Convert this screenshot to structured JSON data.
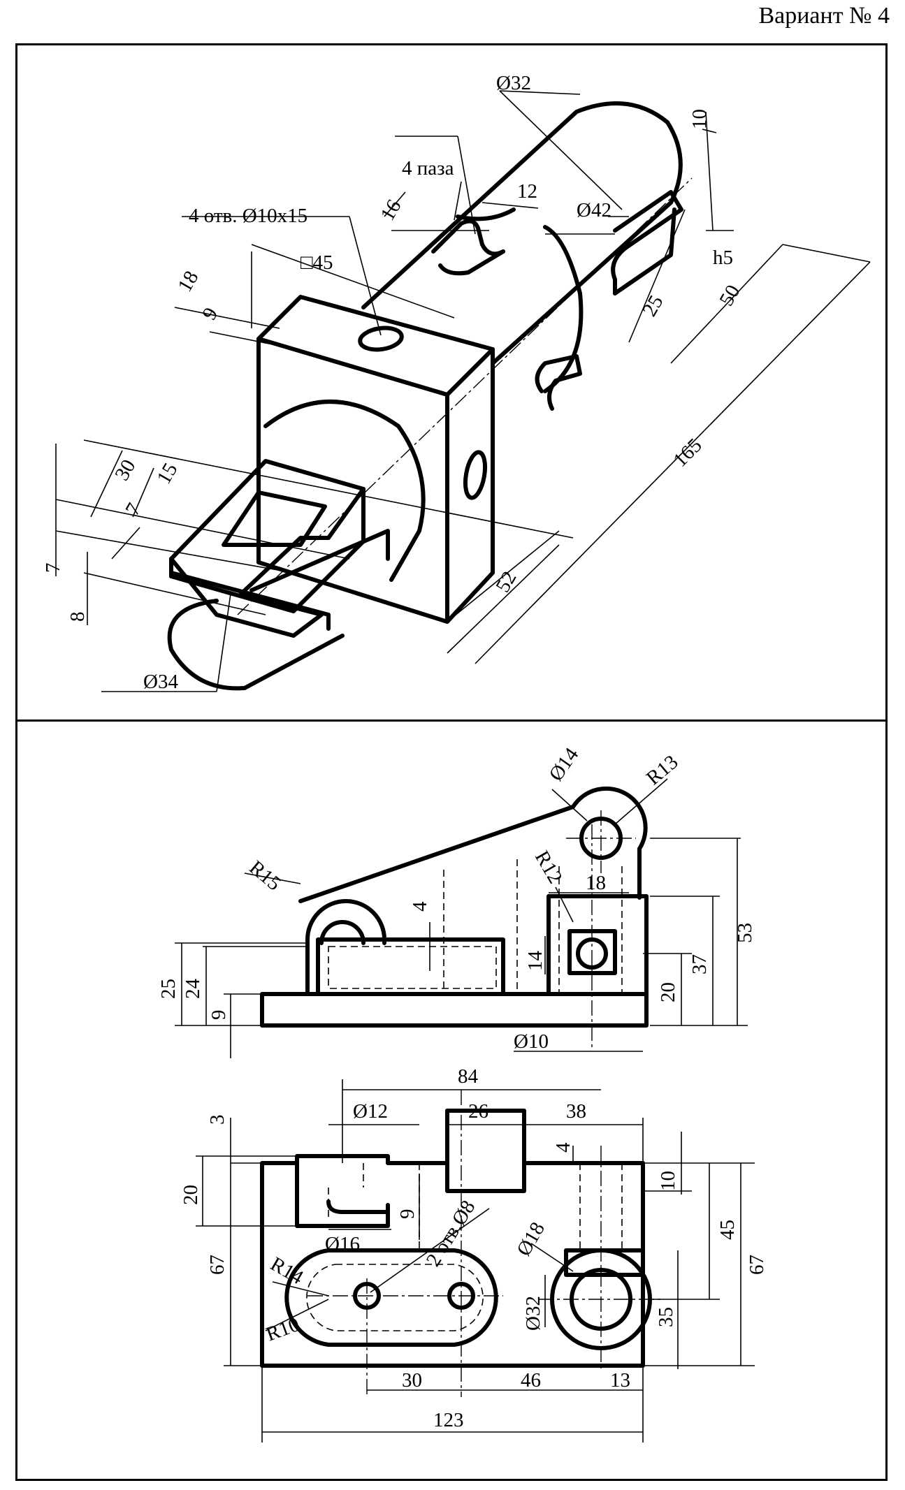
{
  "variant_label": "Вариант № 4",
  "iso": {
    "d32": "Ø32",
    "d42": "Ø42",
    "d34": "Ø34",
    "slots": "4 паза",
    "holes": "4 отв. Ø10x15",
    "sq45": "□45",
    "d10": "10",
    "d12": "12",
    "d16": "16",
    "d18": "18",
    "d9": "9",
    "h5": "h5",
    "d25": "25",
    "d50": "50",
    "d165": "165",
    "d30": "30",
    "d15": "15",
    "d7a": "7",
    "d7b": "7",
    "d8": "8",
    "d52": "52"
  },
  "front": {
    "d14": "Ø14",
    "r13": "R13",
    "r15": "R15",
    "r12": "R12",
    "d18": "18",
    "d4": "4",
    "d14b": "14",
    "d53": "53",
    "d37": "37",
    "d20": "20",
    "d25": "25",
    "d24": "24",
    "d9": "9",
    "d10": "Ø10"
  },
  "top": {
    "d84": "84",
    "d3": "3",
    "d12": "Ø12",
    "d26": "26",
    "d38": "38",
    "d4": "4",
    "d20": "20",
    "d10": "10",
    "d9": "9",
    "holes": "2 отв.Ø8",
    "d18": "Ø18",
    "d16": "Ø16",
    "r14": "R14",
    "d45": "45",
    "d67l": "67",
    "d67r": "67",
    "d32": "Ø32",
    "d35": "35",
    "r10": "R10",
    "d30": "30",
    "d46": "46",
    "d13": "13",
    "d123": "123"
  }
}
